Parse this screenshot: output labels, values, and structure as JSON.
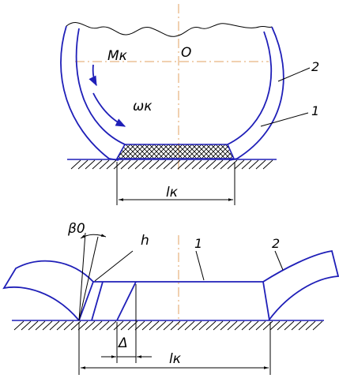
{
  "top_view": {
    "label_moment": "Mк",
    "label_center": "O",
    "label_omega": "ωк",
    "label_contact_length": "lк",
    "callout_1": "1",
    "callout_2": "2"
  },
  "bottom_view": {
    "label_beta": "β0",
    "label_h": "h",
    "label_delta": "Δ",
    "label_contact_length": "lк",
    "callout_1": "1",
    "callout_2": "2"
  },
  "colors": {
    "contour": "#1f1fb8",
    "axis": "#e0a060",
    "ink": "#000000"
  }
}
